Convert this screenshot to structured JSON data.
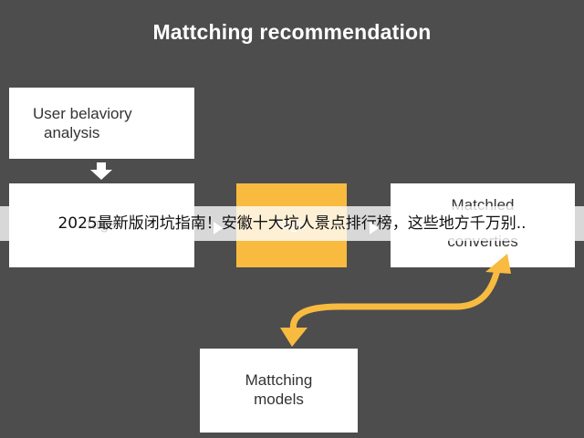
{
  "diagram": {
    "title": "Mattching recommendation",
    "boxes": {
      "user_analysis": {
        "line1": "User belaviory",
        "line2": "analysis"
      },
      "content_tags": {
        "label": "tags"
      },
      "custom_tags": {
        "label": "tags"
      },
      "matched": {
        "line1": "Matchled",
        "line2": "converties"
      },
      "matching_models": {
        "line1": "Mattching",
        "line2": "models"
      }
    },
    "colors": {
      "background": "#4d4d4d",
      "box": "#ffffff",
      "highlight": "#f8bb3f"
    }
  },
  "banner": {
    "text": "2025最新版闭坑指南！安徽十大坑人景点排行榜，这些地方千万别.."
  }
}
